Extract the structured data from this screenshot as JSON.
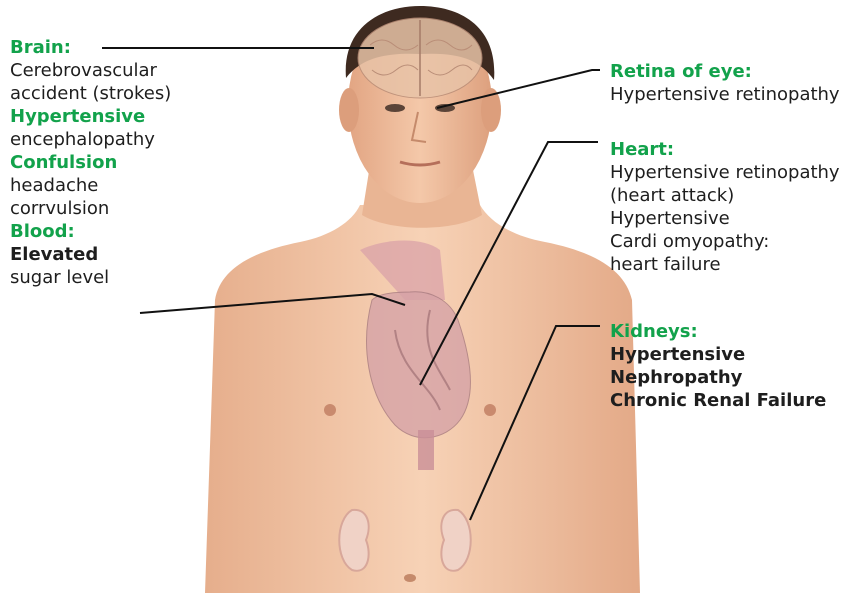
{
  "colors": {
    "heading": "#12a24b",
    "body_text": "#1e1e1e",
    "leader_line": "#111111",
    "skin": "#f2c7a8"
  },
  "annotations": {
    "brain": {
      "title": "Brain:",
      "line1": "Cerebrovascular",
      "line2": "accident (strokes)",
      "sub1": "Hypertensive",
      "line3": "encephalopathy",
      "sub2": "Confulsion",
      "line4": "headache",
      "line5": "corrvulsion"
    },
    "blood": {
      "title": "Blood:",
      "line1": "Elevated",
      "line2": "sugar level"
    },
    "retina": {
      "title": "Retina of eye:",
      "line1": "Hypertensive retinopathy"
    },
    "heart": {
      "title": "Heart:",
      "line1": "Hypertensive retinopathy",
      "line2": "(heart attack)",
      "line3": "Hypertensive",
      "line4": "Cardi omyopathy:",
      "line5": "heart failure"
    },
    "kidneys": {
      "title": "Kidneys:",
      "line1": "Hypertensive",
      "line2": "Nephropathy",
      "line3": "Chronic Renal Failure"
    }
  }
}
